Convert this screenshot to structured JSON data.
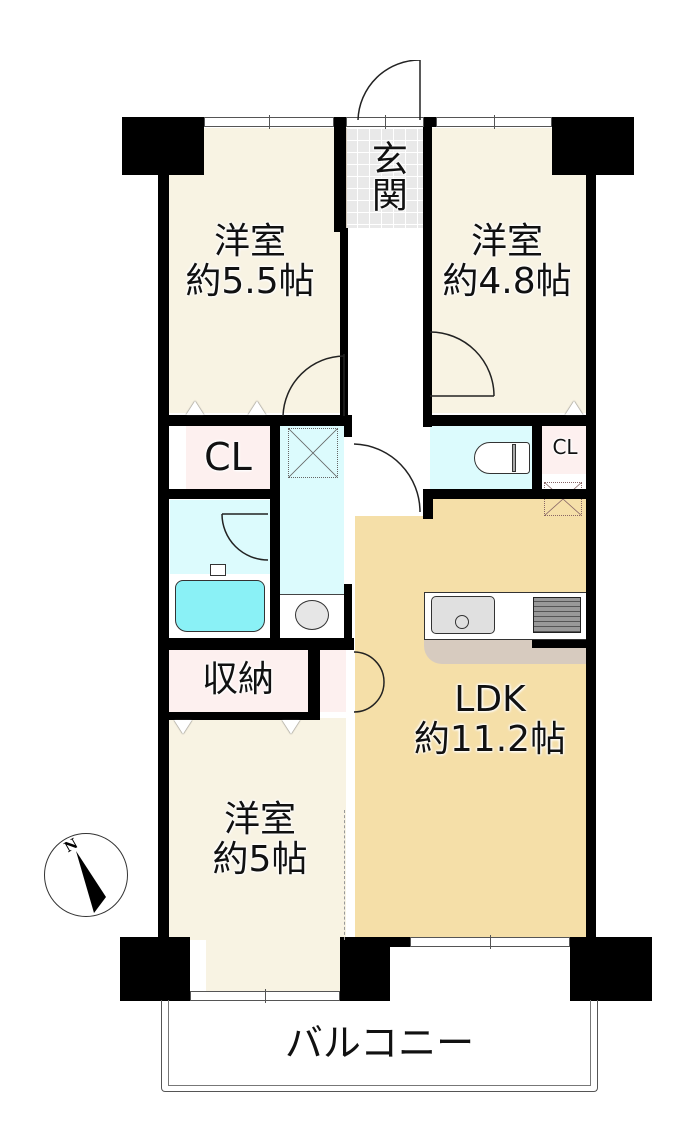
{
  "floor_plan": {
    "rooms": {
      "genkan": {
        "label": "玄関"
      },
      "western_room_nw": {
        "name": "洋室",
        "size": "約5.5帖"
      },
      "western_room_ne": {
        "name": "洋室",
        "size": "約4.8帖"
      },
      "western_room_sw": {
        "name": "洋室",
        "size": "約5帖"
      },
      "ldk": {
        "name": "LDK",
        "size": "約11.2帖"
      },
      "closet_w": {
        "label": "CL"
      },
      "closet_e": {
        "label": "CL"
      },
      "storage": {
        "label": "収納"
      },
      "balcony": {
        "label": "バルコニー"
      }
    },
    "compass": {
      "label": "N"
    },
    "colors": {
      "room_floor": "#f8f3e3",
      "ldk_floor": "#f5dfa8",
      "wet_area": "#dcfbfd",
      "bath_tub": "#8af1f6",
      "closet": "#fdf0ef",
      "genkan_tile": "#e9e9e9",
      "wall": "#000000"
    }
  }
}
